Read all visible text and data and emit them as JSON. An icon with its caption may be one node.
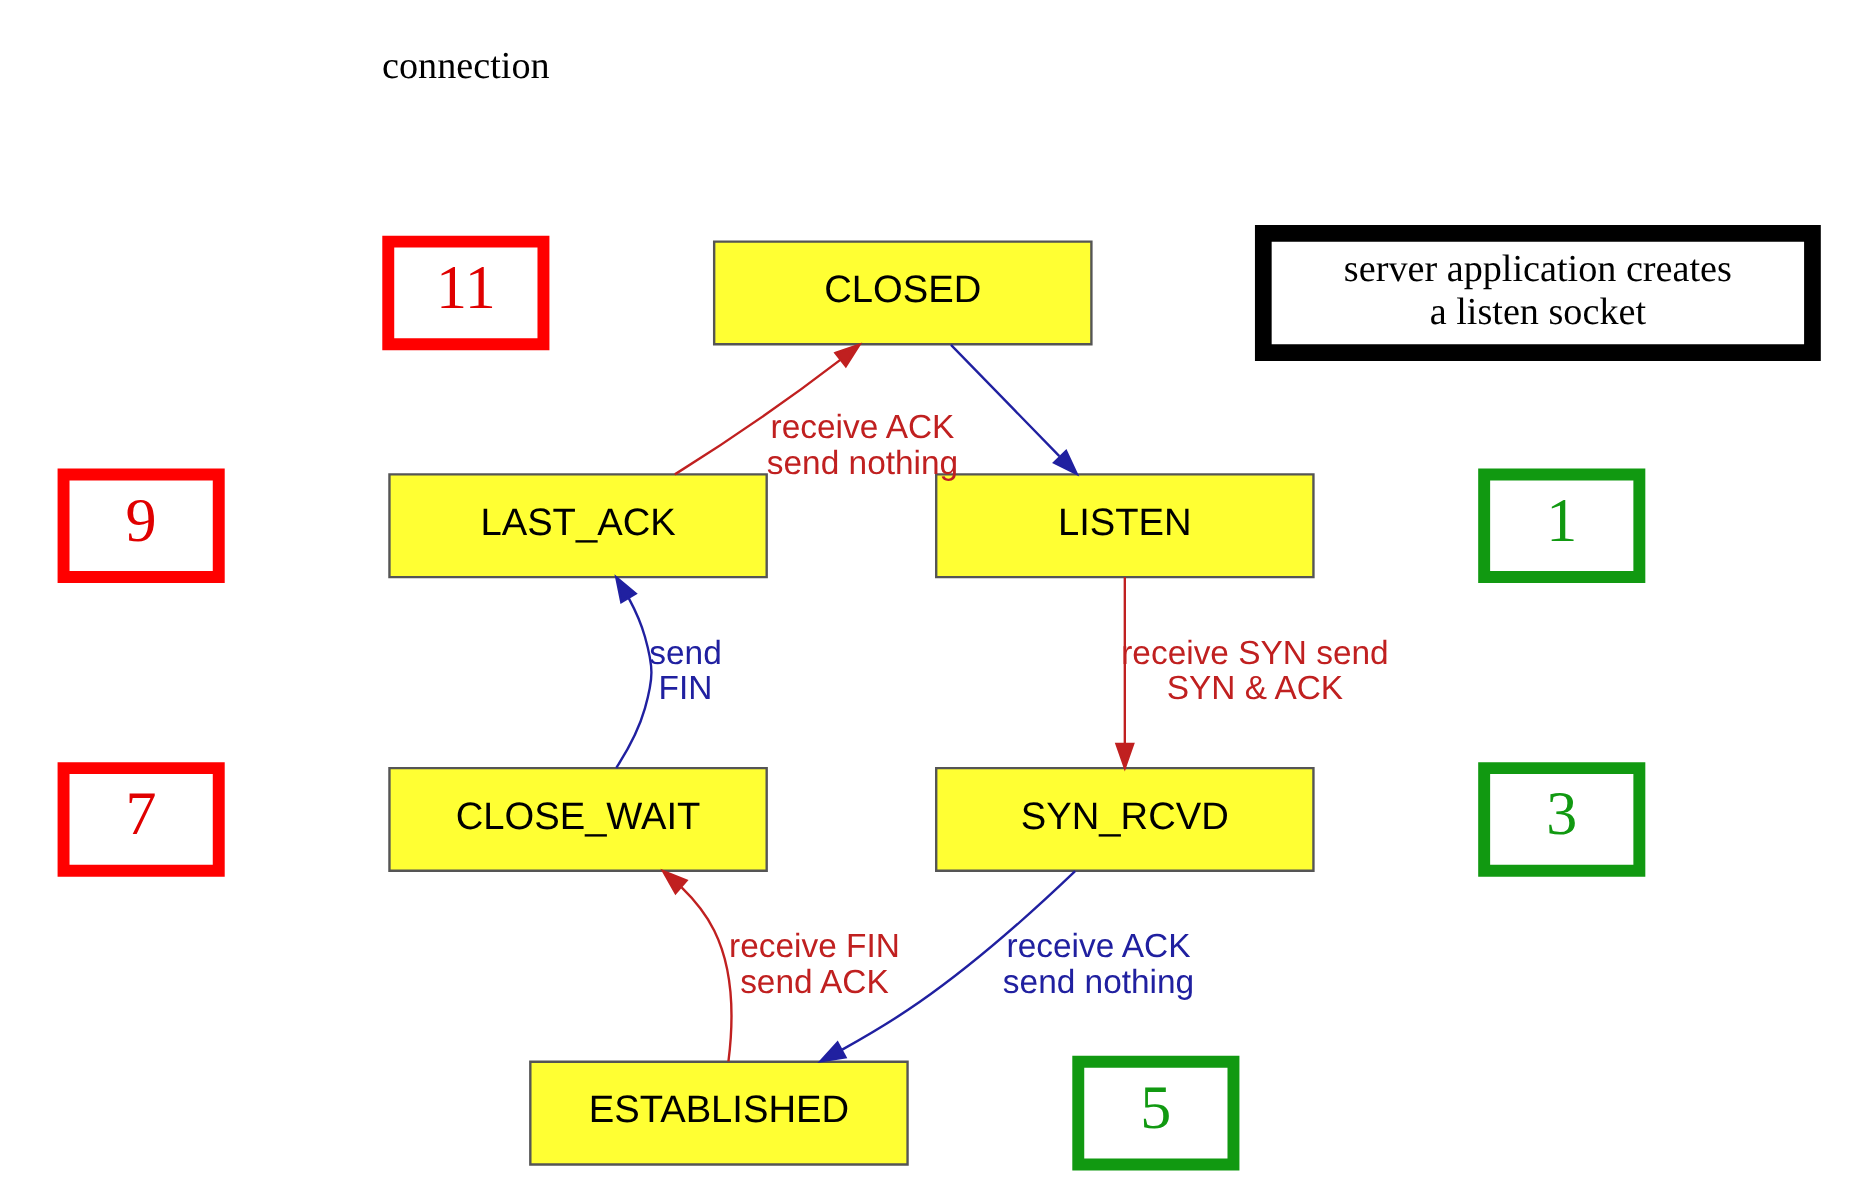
{
  "diagram": {
    "nodes": [
      {
        "text": [
          "11"
        ]
      },
      {
        "text": [
          "CLOSED"
        ]
      },
      {
        "text": [
          "server application creates a listen socket"
        ]
      },
      {
        "text": [
          "9"
        ]
      },
      {
        "text": [
          "LAST_ACK"
        ]
      },
      {
        "text": [
          "LISTEN"
        ]
      },
      {
        "text": [
          "1"
        ]
      },
      {
        "text": [
          "7"
        ]
      },
      {
        "text": [
          "CLOSE_WAIT"
        ]
      },
      {
        "text": [
          "SYN_RCVD"
        ]
      },
      {
        "text": [
          "3"
        ]
      },
      {
        "text": [
          "ESTABLISHED"
        ]
      },
      {
        "text": [
          "5"
        ]
      }
    ],
    "edges": [
      {
        "from": 1,
        "to": 5,
        "arrow": "to",
        "color": "#2020a0"
      },
      {
        "from": 5,
        "to": 9,
        "arrow": "to",
        "label": "receive SYN send SYN & ACK",
        "color": "#c02020"
      },
      {
        "from": 9,
        "to": 11,
        "arrow": "to",
        "label": "receive ACK send nothing",
        "color": "#2020a0"
      },
      {
        "from": 11,
        "to": 8,
        "arrow": "to",
        "label": "receive FIN send ACK",
        "color": "#c02020"
      },
      {
        "from": 8,
        "to": 4,
        "arrow": "to",
        "label": "send FIN",
        "color": "#2020a0"
      },
      {
        "from": 4,
        "to": 1,
        "arrow": "to",
        "label": "receive ACK send nothing",
        "color": "#c02020"
      }
    ],
    "labels": [
      "connection"
    ]
  }
}
